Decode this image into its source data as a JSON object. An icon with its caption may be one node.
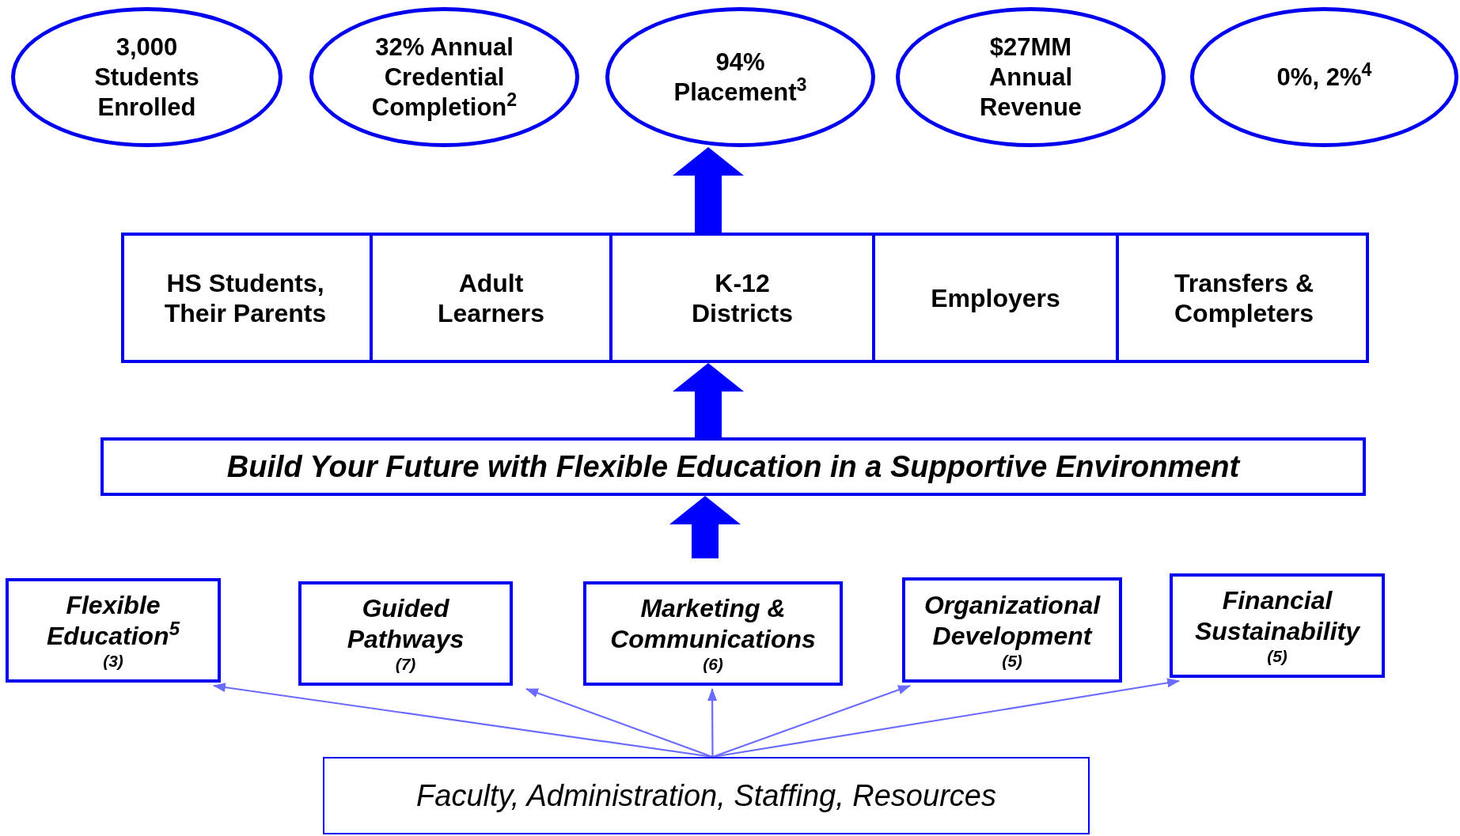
{
  "diagram": {
    "nodes": [
      {
        "text": [
          "3,000 Students Enrolled"
        ]
      },
      {
        "text": [
          "32% Annual Credential Completion$^{2}$"
        ]
      },
      {
        "text": [
          "94% Placement$^{3}$"
        ]
      },
      {
        "text": [
          "$27MM Annual Revenue"
        ]
      },
      {
        "text": [
          "0%, 2%$^{4}$"
        ]
      },
      {
        "text": [],
        "shape": "box"
      },
      {
        "text": [
          "HS Students, Their Parents"
        ],
        "in": 5
      },
      {
        "text": [
          "Adult Learners"
        ],
        "in": 5
      },
      {
        "text": [
          "K-12 Districts"
        ],
        "in": 5
      },
      {
        "text": [
          "Employers"
        ],
        "in": 5
      },
      {
        "text": [
          "Transfers & Completers"
        ],
        "in": 5
      },
      {
        "text": [
          "Build Your Future with Flexible Education in a Supportive Environment"
        ]
      },
      {
        "text": [
          "Flexible Education$^{5}$",
          "(3)"
        ]
      },
      {
        "text": [
          "Guided Pathways",
          "(7)"
        ]
      },
      {
        "text": [
          "Marketing & Communications",
          "(6)"
        ]
      },
      {
        "text": [
          "Organizational Development",
          "(5)"
        ]
      },
      {
        "text": [
          "Financial Sustainability",
          "(5)"
        ]
      },
      {
        "text": [
          "Faculty, Administration, Staffing, Resources"
        ]
      }
    ],
    "edges": [
      {
        "from": 8,
        "to": 2,
        "arrow": "to",
        "style": "thick",
        "color": "#0000ff"
      },
      {
        "from": 11,
        "to": 5,
        "arrow": "to",
        "style": "thick",
        "color": "#0000ff"
      },
      {
        "from": null,
        "to": 11,
        "arrow": "to",
        "style": "thick",
        "color": "#0000ff"
      },
      {
        "from": 17,
        "to": 12,
        "arrow": "to"
      },
      {
        "from": 17,
        "to": 13,
        "arrow": "to"
      },
      {
        "from": 17,
        "to": 14,
        "arrow": "to"
      },
      {
        "from": 17,
        "to": 15,
        "arrow": "to"
      },
      {
        "from": 17,
        "to": 16,
        "arrow": "to"
      }
    ]
  }
}
